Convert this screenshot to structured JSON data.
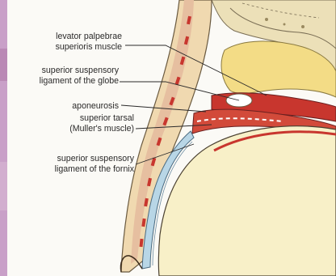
{
  "labels": [
    {
      "id": "levator",
      "lines": [
        "levator palpebrae",
        "superioris muscle"
      ]
    },
    {
      "id": "ligament-globe",
      "lines": [
        "superior suspensory",
        "ligament of the globe"
      ]
    },
    {
      "id": "aponeurosis",
      "lines": [
        "aponeurosis"
      ]
    },
    {
      "id": "tarsal",
      "lines": [
        "superior tarsal",
        "(Muller's muscle)"
      ]
    },
    {
      "id": "ligament-fornix",
      "lines": [
        "superior suspensory",
        "ligament of the fornix"
      ]
    }
  ],
  "colors": {
    "background": "#ffffff",
    "left_strip": "#c9a0c8",
    "skin": "#f0d9b0",
    "fat": "#f3dc86",
    "muscle": "#c8362e",
    "globe": "#f8f0c8",
    "conjunctiva": "#b8d6e6",
    "bone": "#e8d8a8",
    "leader": "#2b2a2a"
  }
}
